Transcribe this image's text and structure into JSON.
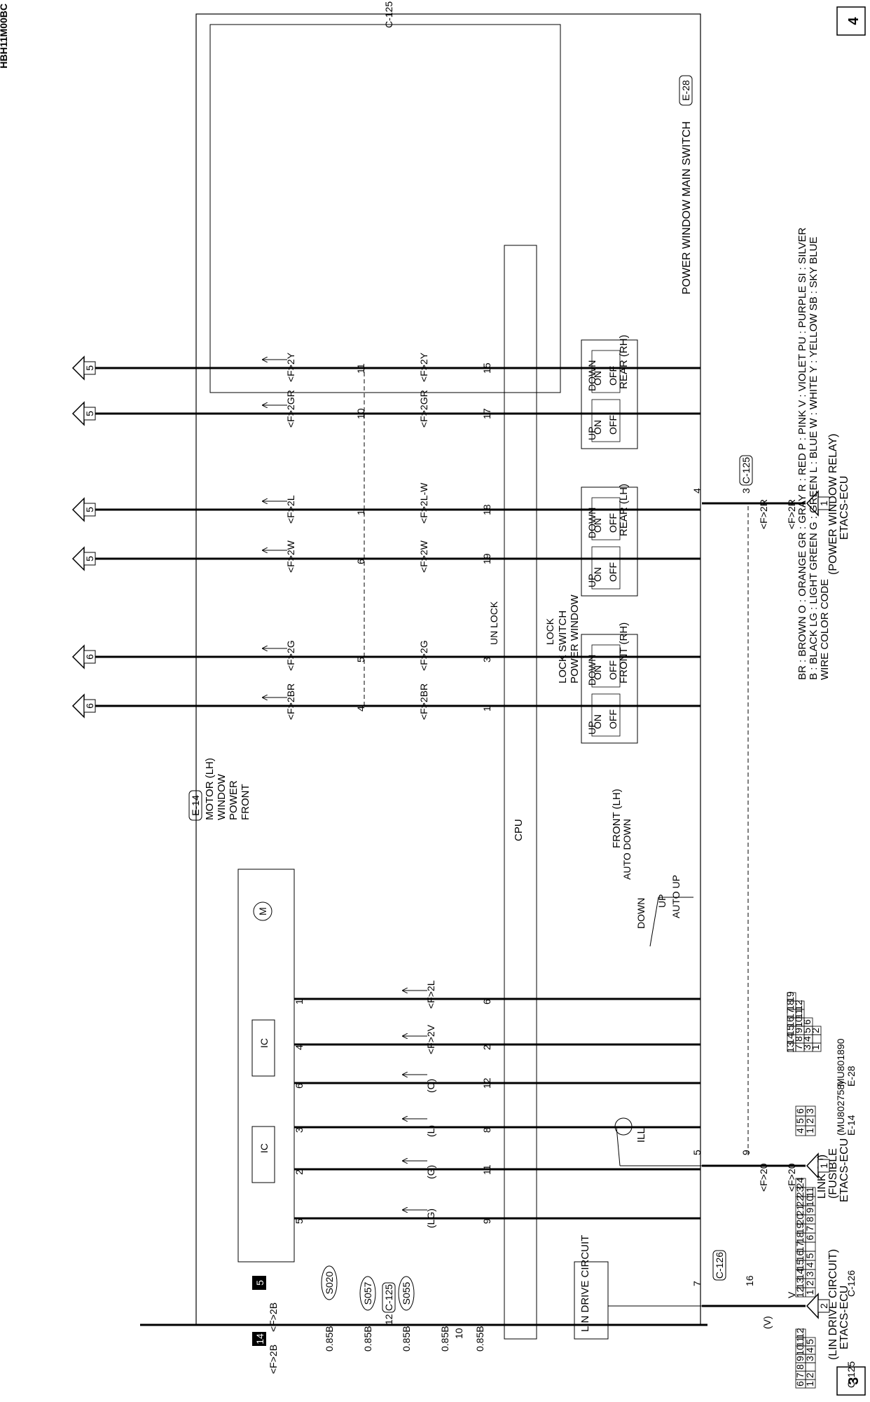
{
  "page": {
    "page_prev": "3",
    "page_next": "4",
    "diagram_code": "HBH11M00BC"
  },
  "ecu": {
    "lin_title": "ETACS-ECU",
    "lin_sub": "(LIN DRIVE CIRCUIT)",
    "lin_pin": "2",
    "fusible_title": "ETACS-ECU",
    "fusible_sub1": "(FUSIBLE",
    "fusible_sub2": "LINK 20)",
    "fusible_pin": "1",
    "relay_title": "ETACS-ECU",
    "relay_sub": "(POWER WINDOW RELAY)",
    "relay_pin": "1"
  },
  "main_switch": {
    "title": "POWER WINDOW MAIN SWITCH",
    "connector": "E-28",
    "lin_drive": "LIN DRIVE CIRCUIT",
    "cpu": "CPU",
    "ill": "ILL",
    "auto_up": "AUTO UP",
    "up": "UP",
    "down": "DOWN",
    "auto_down": "AUTO DOWN",
    "front_lh": "FRONT (LH)",
    "lock_switch_1": "POWER WINDOW",
    "lock_switch_2": "LOCK SWITCH",
    "lock": "LOCK",
    "unlock": "UN LOCK",
    "front_rh": "FRONT (RH)",
    "rear_lh": "REAR (LH)",
    "rear_rh": "REAR (RH)",
    "off": "OFF",
    "on": "ON",
    "sw_up": "UP",
    "sw_down": "DOWN"
  },
  "wires": {
    "v_small": "V",
    "v_paren": "(V)",
    "pin7": "7",
    "pin16": "16",
    "c126": "C-126",
    "f20": "<F>20",
    "pin9": "9",
    "pin5": "5",
    "f2r": "<F>2R",
    "pin3": "3",
    "c125": "C-125",
    "pin4": "4",
    "gnd_wire": "0.85B",
    "pin10": "10",
    "pin12": "12",
    "s055": "S055",
    "s057": "S057",
    "s020": "S020",
    "f2b": "<F>2B",
    "ref14": "14",
    "ref5": "5"
  },
  "motor_wires": [
    {
      "sw_pin": "9",
      "color": "(LG)",
      "motor_pin": "5"
    },
    {
      "sw_pin": "11",
      "color": "(G)",
      "motor_pin": "2"
    },
    {
      "sw_pin": "8",
      "color": "(L)",
      "motor_pin": "3"
    },
    {
      "sw_pin": "12",
      "color": "(O)",
      "motor_pin": "6"
    },
    {
      "sw_pin": "2",
      "color": "<F>2V",
      "motor_pin": "4"
    },
    {
      "sw_pin": "6",
      "color": "<F>2L",
      "motor_pin": "1"
    }
  ],
  "motor": {
    "label_1": "FRONT",
    "label_2": "POWER",
    "label_3": "WINDOW",
    "label_4": "MOTOR (LH)",
    "connector": "E-14",
    "ic": "IC",
    "m": "M"
  },
  "outputs": [
    {
      "sw_pin": "1",
      "wire": "<F>2BR",
      "conn_pin": "4",
      "wire2": "<F>2BR",
      "ref": "6"
    },
    {
      "sw_pin": "3",
      "wire": "<F>2G",
      "conn_pin": "5",
      "wire2": "<F>2G",
      "ref": "6"
    },
    {
      "sw_pin": "19",
      "wire": "<F>2W",
      "conn_pin": "6",
      "wire2": "<F>2W",
      "ref": "5"
    },
    {
      "sw_pin": "18",
      "wire": "<F>2L-W",
      "conn_pin": "1",
      "wire2": "<F>2L",
      "ref": "5"
    },
    {
      "sw_pin": "17",
      "wire": "<F>2GR",
      "conn_pin": "10",
      "wire2": "<F>2GR",
      "ref": "5"
    },
    {
      "sw_pin": "15",
      "wire": "<F>2Y",
      "conn_pin": "11",
      "wire2": "<F>2Y",
      "ref": "5"
    }
  ],
  "output_conn": "C-125",
  "connectors": {
    "c125_label": "C-125",
    "c125_row1": [
      "1",
      "2",
      "",
      "3",
      "4",
      "5"
    ],
    "c125_row2": [
      "6",
      "7",
      "8",
      "9",
      "10",
      "11",
      "12"
    ],
    "c126_label": "C-126",
    "c126_row1": [
      "1",
      "2",
      "3",
      "4",
      "5",
      "",
      "6",
      "7",
      "8",
      "9",
      "10",
      "11"
    ],
    "c126_row2": [
      "12",
      "13",
      "14",
      "15",
      "16",
      "17",
      "18",
      "19",
      "20",
      "21",
      "22",
      "23",
      "24"
    ],
    "e14_label": "E-14",
    "e14_part": "(MU802758)",
    "e14_row1": [
      "1",
      "2",
      "3"
    ],
    "e14_row2": [
      "4",
      "5",
      "6"
    ],
    "e28_label": "E-28",
    "e28_part": "MU801890",
    "e28_row1": [
      "1",
      "",
      "2"
    ],
    "e28_row2": [
      "3",
      "4",
      "5",
      "6"
    ],
    "e28_row3": [
      "7",
      "8",
      "9",
      "10",
      "11",
      "12"
    ],
    "e28_row4": [
      "13",
      "14",
      "15",
      "16",
      "17",
      "18",
      "19"
    ]
  },
  "legend": {
    "title": "WIRE COLOR CODE",
    "line1": "B : BLACK   LG : LIGHT GREEN   G : GREEN   L : BLUE   W : WHITE   Y : YELLOW   SB : SKY BLUE",
    "line2": "BR : BROWN   O : ORANGE   GR : GRAY   R : RED   P : PINK   V : VIOLET   PU : PURPLE   SI : SILVER"
  }
}
